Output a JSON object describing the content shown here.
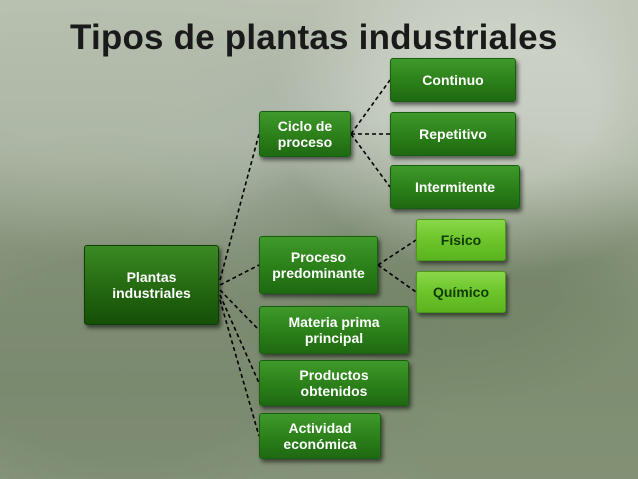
{
  "title": "Tipos de plantas industriales",
  "root": "Plantas\nindustriales",
  "level1": [
    "Ciclo de\nproceso",
    "Proceso\npredominante",
    "Materia prima\nprincipal",
    "Productos\nobtenidos",
    "Actividad\neconómica"
  ],
  "ciclo_children": [
    "Continuo",
    "Repetitivo",
    "Intermitente"
  ],
  "proceso_children": [
    "Físico",
    "Químico"
  ],
  "colors": {
    "dark_green": "#2b7f19",
    "root_green": "#22650f",
    "light_green": "#6cc52a",
    "title_text": "#1a1a1a",
    "connector": "#000000"
  }
}
